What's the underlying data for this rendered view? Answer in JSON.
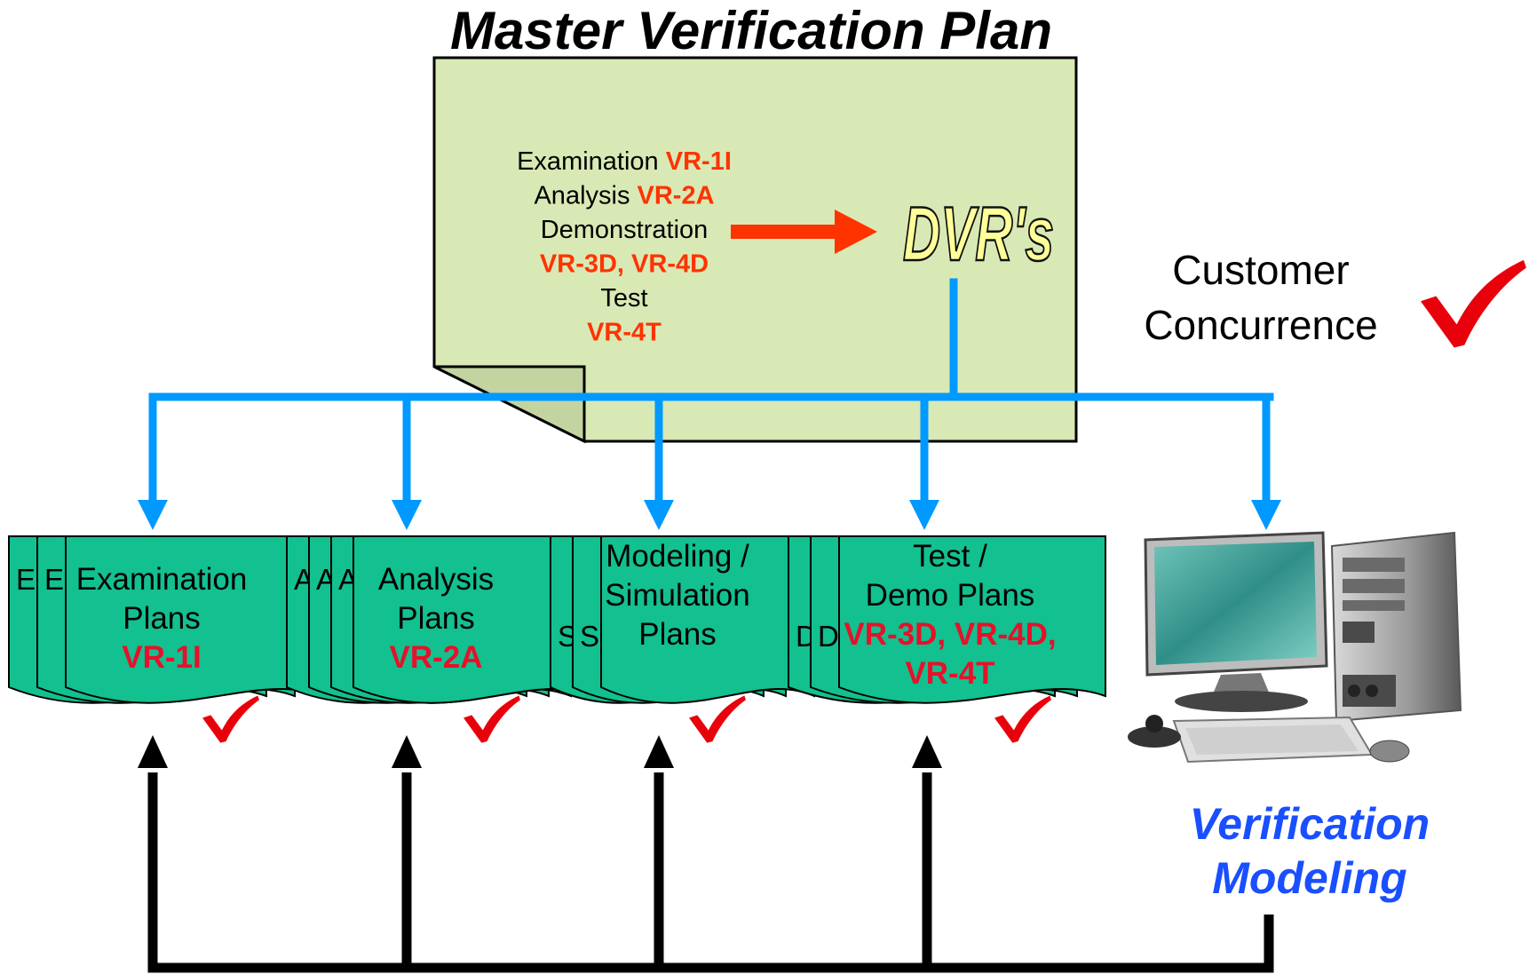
{
  "title": "Master Verification Plan",
  "master_doc": {
    "lines": [
      {
        "parts": [
          {
            "text": "Examination ",
            "style": "plain"
          },
          {
            "text": "VR-1I",
            "style": "code"
          }
        ]
      },
      {
        "parts": [
          {
            "text": "Analysis ",
            "style": "plain"
          },
          {
            "text": "VR-2A",
            "style": "code"
          }
        ]
      },
      {
        "parts": [
          {
            "text": "Demonstration",
            "style": "plain"
          }
        ]
      },
      {
        "parts": [
          {
            "text": "VR-3D, VR-4D",
            "style": "code"
          }
        ]
      },
      {
        "parts": [
          {
            "text": "Test",
            "style": "plain"
          }
        ]
      },
      {
        "parts": [
          {
            "text": "VR-4T",
            "style": "code"
          }
        ]
      }
    ],
    "dvrs_label": "DVR's"
  },
  "customer_concurrence": {
    "line1": "Customer",
    "line2": "Concurrence"
  },
  "plans": [
    {
      "id": "examination",
      "back_labels": [
        "E",
        "E"
      ],
      "lines": [
        "Examination",
        "Plans"
      ],
      "codes": [
        "VR-1I"
      ],
      "approved": true
    },
    {
      "id": "analysis",
      "back_labels": [
        "A",
        "A",
        "A"
      ],
      "lines": [
        "Analysis",
        "Plans"
      ],
      "codes": [
        "VR-2A"
      ],
      "approved": true
    },
    {
      "id": "modeling",
      "back_labels": [
        "S",
        "S"
      ],
      "lines": [
        "Modeling /",
        "Simulation",
        "Plans"
      ],
      "codes": [],
      "approved": true
    },
    {
      "id": "test-demo",
      "back_labels": [
        "D",
        "D"
      ],
      "lines": [
        "Test /",
        "Demo Plans"
      ],
      "codes": [
        "VR-3D, VR-4D,",
        "VR-4T"
      ],
      "approved": true
    }
  ],
  "verification_modeling": {
    "line1": "Verification",
    "line2": "Modeling"
  },
  "icons": {
    "computer": "desktop-computer-icon",
    "checkmark": "red-checkmark-icon"
  },
  "colors": {
    "doc_fill": "#d9e9b5",
    "plan_fill": "#13c08f",
    "code_red": "#ff3300",
    "plan_code_red": "#e8102a",
    "blue_arrow": "#0099ff",
    "modeling_blue": "#1a4fff",
    "dvr_yellow": "#ffff99",
    "check_red": "#e8000b"
  }
}
